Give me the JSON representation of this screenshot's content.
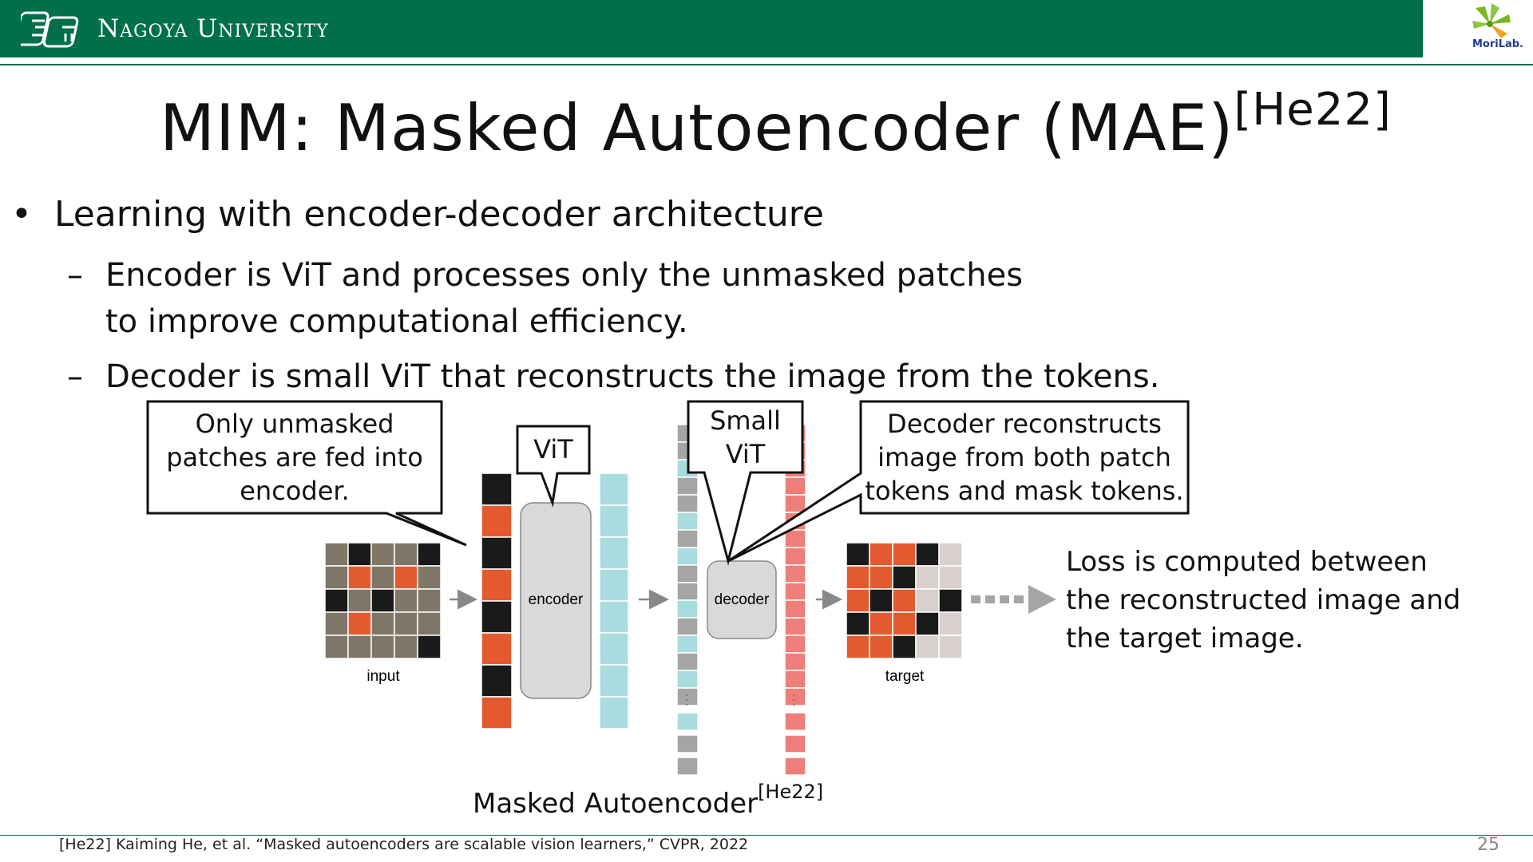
{
  "header": {
    "university_name": "Nagoya University",
    "lab_name": "MoriLab."
  },
  "slide": {
    "title": "MIM: Masked Autoencoder (MAE)",
    "title_ref": "[He22]",
    "bullet": "Learning with encoder-decoder architecture",
    "sub1_line1": "Encoder is ViT and processes only the unmasked patches",
    "sub1_line2": "to improve computational efficiency.",
    "sub2": "Decoder is small ViT that reconstructs the image from the tokens.",
    "bullet_glyph": "•",
    "dash_glyph": "–"
  },
  "figure": {
    "callout_input": [
      "Only unmasked",
      "patches are fed into",
      "encoder."
    ],
    "callout_vit": "ViT",
    "callout_small_vit": [
      "Small",
      "ViT"
    ],
    "callout_decoder": [
      "Decoder reconstructs",
      "image from both patch",
      "tokens and mask tokens."
    ],
    "encoder_label": "encoder",
    "decoder_label": "decoder",
    "input_label": "input",
    "target_label": "target",
    "loss_text": [
      "Loss is computed between",
      "the reconstructed image and",
      "the target image."
    ],
    "caption": "Masked Autoencoder",
    "caption_ref": "[He22]",
    "colors": {
      "mask_gray": "#7f7668",
      "token_cyan": "#a8dcdf",
      "token_gray": "#a5a5a5",
      "token_red": "#ee7f78",
      "flamingo": "#e35a2e",
      "box_fill": "#d9d9d9"
    }
  },
  "footer": {
    "reference": "[He22] Kaiming He, et al. “Masked autoencoders are scalable vision learners,” CVPR, 2022",
    "page_number": "25"
  }
}
